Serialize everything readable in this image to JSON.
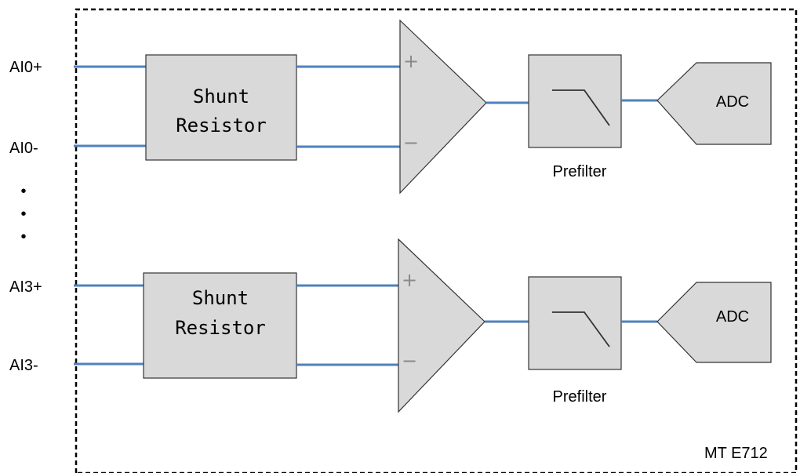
{
  "device_label": "MT E712",
  "channels": [
    {
      "pos_pin": "AI0+",
      "neg_pin": "AI0-",
      "shunt_label_line1": "Shunt",
      "shunt_label_line2": "Resistor",
      "amp_plus": "+",
      "amp_minus": "−",
      "filter_label": "Prefilter",
      "adc_label": "ADC"
    },
    {
      "pos_pin": "AI3+",
      "neg_pin": "AI3-",
      "shunt_label_line1": "Shunt",
      "shunt_label_line2": "Resistor",
      "amp_plus": "+",
      "amp_minus": "−",
      "filter_label": "Prefilter",
      "adc_label": "ADC"
    }
  ],
  "ellipsis": [
    "•",
    "•",
    "•"
  ],
  "colors": {
    "wire": "#4f81bd",
    "block_fill": "#d9d9d9",
    "block_stroke": "#333333",
    "frame": "#000000"
  }
}
